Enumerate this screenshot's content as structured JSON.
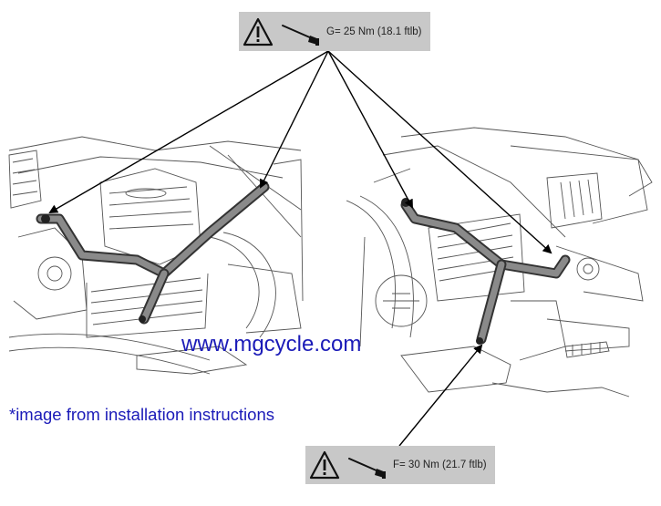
{
  "callouts": {
    "top": {
      "torque_label": "G= 25 Nm (18.1 ftlb)",
      "warning_icon": "warning-triangle-icon",
      "tool_icon": "torque-wrench-icon"
    },
    "bottom": {
      "torque_label": "F= 30 Nm (21.7 ftlb)",
      "warning_icon": "warning-triangle-icon",
      "tool_icon": "torque-wrench-icon"
    }
  },
  "watermark": "www.mgcycle.com",
  "caption": "*image from installation instructions",
  "colors": {
    "callout_bg": "#c8c8c8",
    "link_text": "#1b1bb8",
    "line_art": "#333333",
    "crash_bar": "#6b6b6b"
  }
}
